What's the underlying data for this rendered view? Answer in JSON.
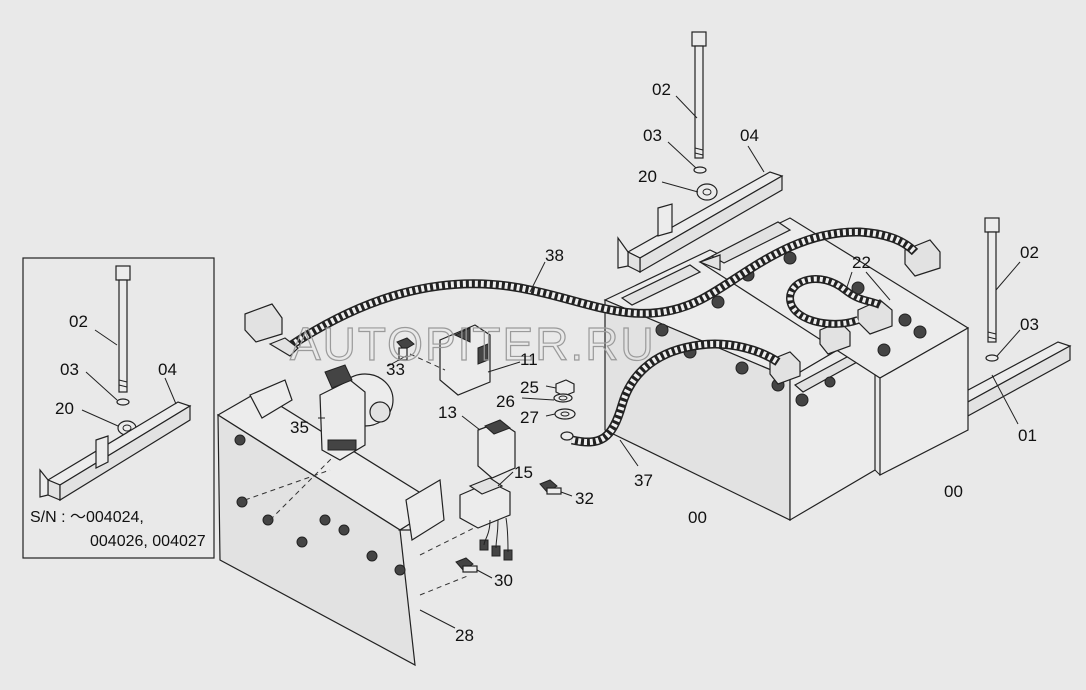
{
  "watermark": "AUTOPITER.RU",
  "inset": {
    "labels": [
      "02",
      "03",
      "04",
      "20"
    ],
    "serial_line1": "S/N :  ～004024,",
    "serial_line2": "004026, 004027"
  },
  "labels": [
    {
      "id": "lbl-02-top",
      "text": "02"
    },
    {
      "id": "lbl-03-top",
      "text": "03"
    },
    {
      "id": "lbl-04-top",
      "text": "04"
    },
    {
      "id": "lbl-20-top",
      "text": "20"
    },
    {
      "id": "lbl-38",
      "text": "38"
    },
    {
      "id": "lbl-22",
      "text": "22"
    },
    {
      "id": "lbl-02-right",
      "text": "02"
    },
    {
      "id": "lbl-03-right",
      "text": "03"
    },
    {
      "id": "lbl-01",
      "text": "01"
    },
    {
      "id": "lbl-00-right",
      "text": "00"
    },
    {
      "id": "lbl-00-mid",
      "text": "00"
    },
    {
      "id": "lbl-37",
      "text": "37"
    },
    {
      "id": "lbl-11",
      "text": "11"
    },
    {
      "id": "lbl-33",
      "text": "33"
    },
    {
      "id": "lbl-25",
      "text": "25"
    },
    {
      "id": "lbl-26",
      "text": "26"
    },
    {
      "id": "lbl-27",
      "text": "27"
    },
    {
      "id": "lbl-35",
      "text": "35"
    },
    {
      "id": "lbl-13",
      "text": "13"
    },
    {
      "id": "lbl-15",
      "text": "15"
    },
    {
      "id": "lbl-32",
      "text": "32"
    },
    {
      "id": "lbl-30",
      "text": "30"
    },
    {
      "id": "lbl-28",
      "text": "28"
    }
  ]
}
